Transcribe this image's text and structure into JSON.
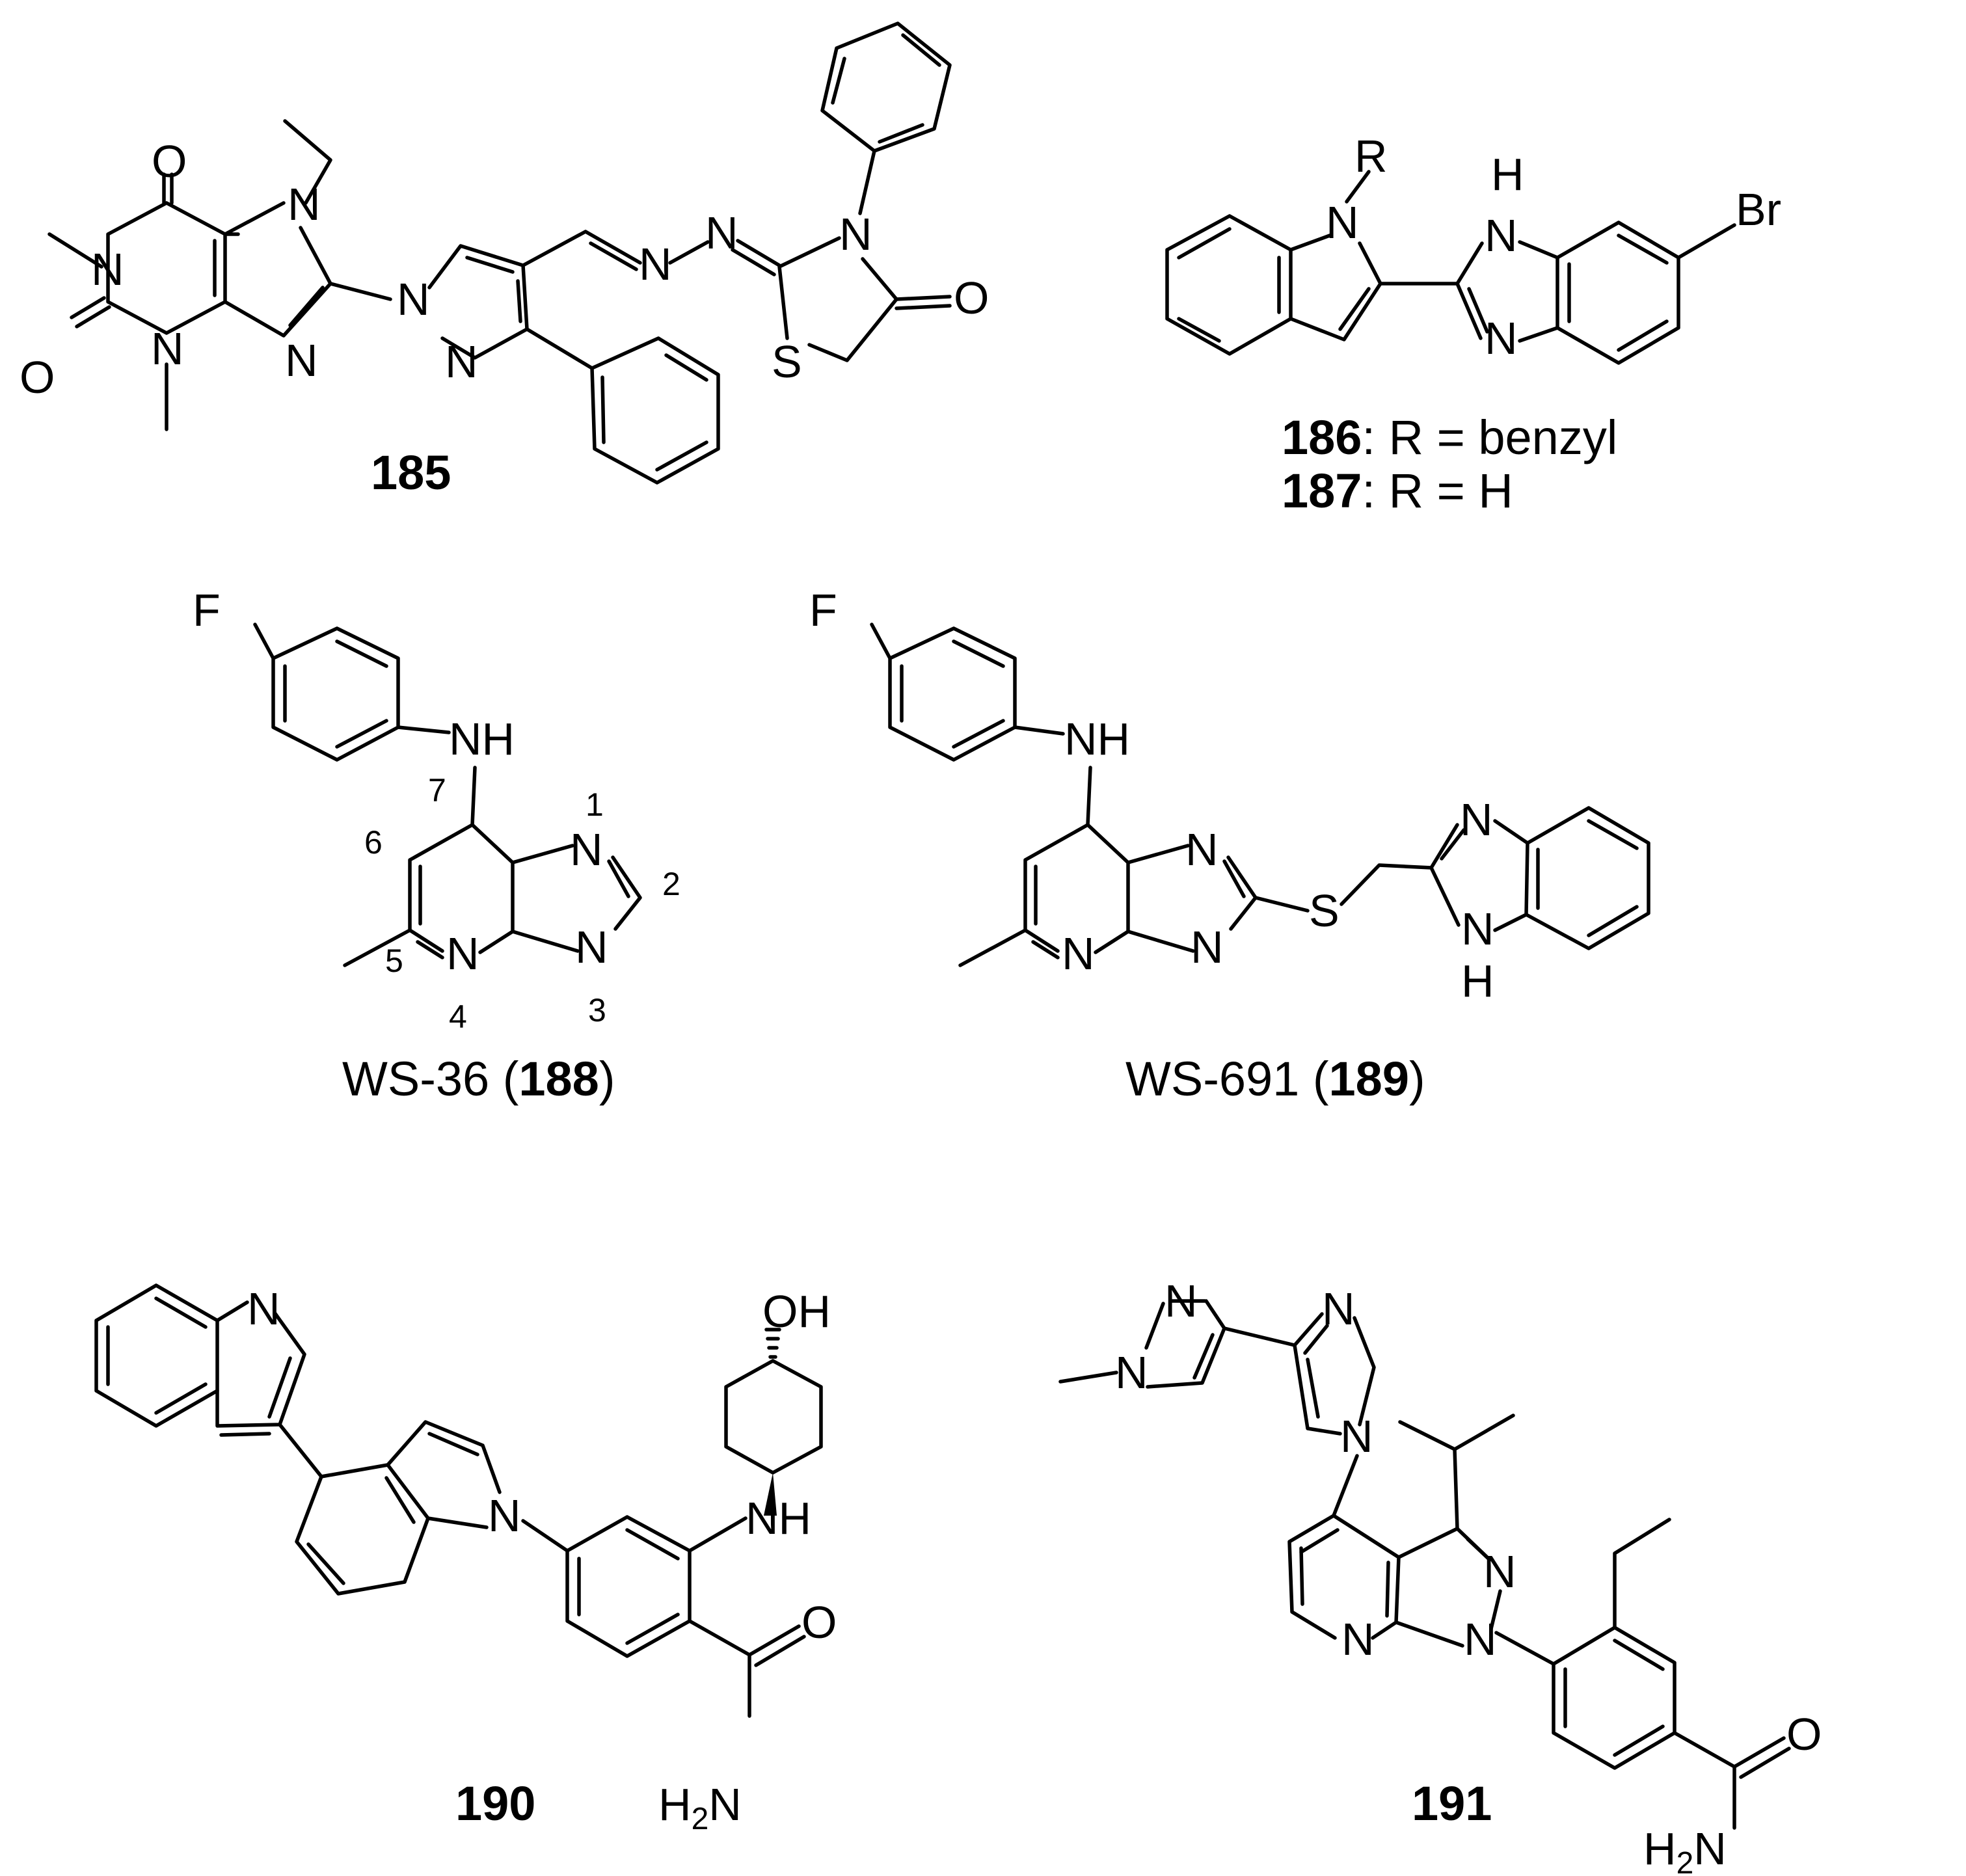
{
  "atoms": {
    "O": "O",
    "N": "N",
    "NH": "NH",
    "H": "H",
    "S": "S",
    "F": "F",
    "Br": "Br",
    "R": "R",
    "OH": "OH",
    "H2N_H": "H",
    "H2N_sub": "2",
    "H2N_N": "N"
  },
  "position_numbers": [
    "1",
    "2",
    "3",
    "4",
    "5",
    "6",
    "7"
  ],
  "compounds": {
    "c185": {
      "id": "185"
    },
    "c186": {
      "id": "186",
      "rest": ": R = benzyl"
    },
    "c187": {
      "id": "187",
      "rest": ": R = H"
    },
    "c188": {
      "name": "WS-36 (",
      "id": "188",
      "close": ")"
    },
    "c189": {
      "name": "WS-691 (",
      "id": "189",
      "close": ")"
    },
    "c190": {
      "id": "190"
    },
    "c191": {
      "id": "191"
    }
  }
}
